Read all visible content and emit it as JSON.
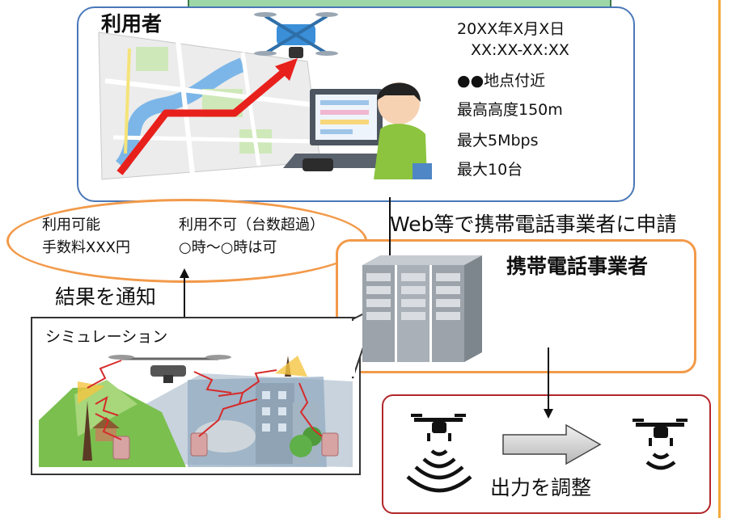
{
  "user_panel": {
    "title": "利用者",
    "info_lines": [
      "20XX年X月X日",
      "XX:XX-XX:XX",
      "●●地点付近",
      "最高高度150m",
      "最大5Mbps",
      "最大10台"
    ]
  },
  "application_flow": {
    "label": "Web等で携帯電話事業者に申請"
  },
  "result_bubble": {
    "ok_title": "利用可能",
    "ok_fee": "手数料XXX円",
    "ng_title": "利用不可（台数超過）",
    "ng_note": "○時～○時は可"
  },
  "notify": {
    "label": "結果を通知"
  },
  "carrier": {
    "title": "携帯電話事業者"
  },
  "simulation": {
    "title": "シミュレーション"
  },
  "adjustment": {
    "label": "出力を調整"
  },
  "colors": {
    "user_border": "#4a78b8",
    "orange_border": "#f29a4a",
    "red_border": "#b2272b",
    "route_red": "#e8201c",
    "top_tab_green": "#9dd7a7"
  },
  "icons": [
    "drone-icon",
    "map-illustration",
    "person-at-computer-icon",
    "server-rack-icon",
    "radio-wave-icon",
    "arrow-right-icon"
  ]
}
